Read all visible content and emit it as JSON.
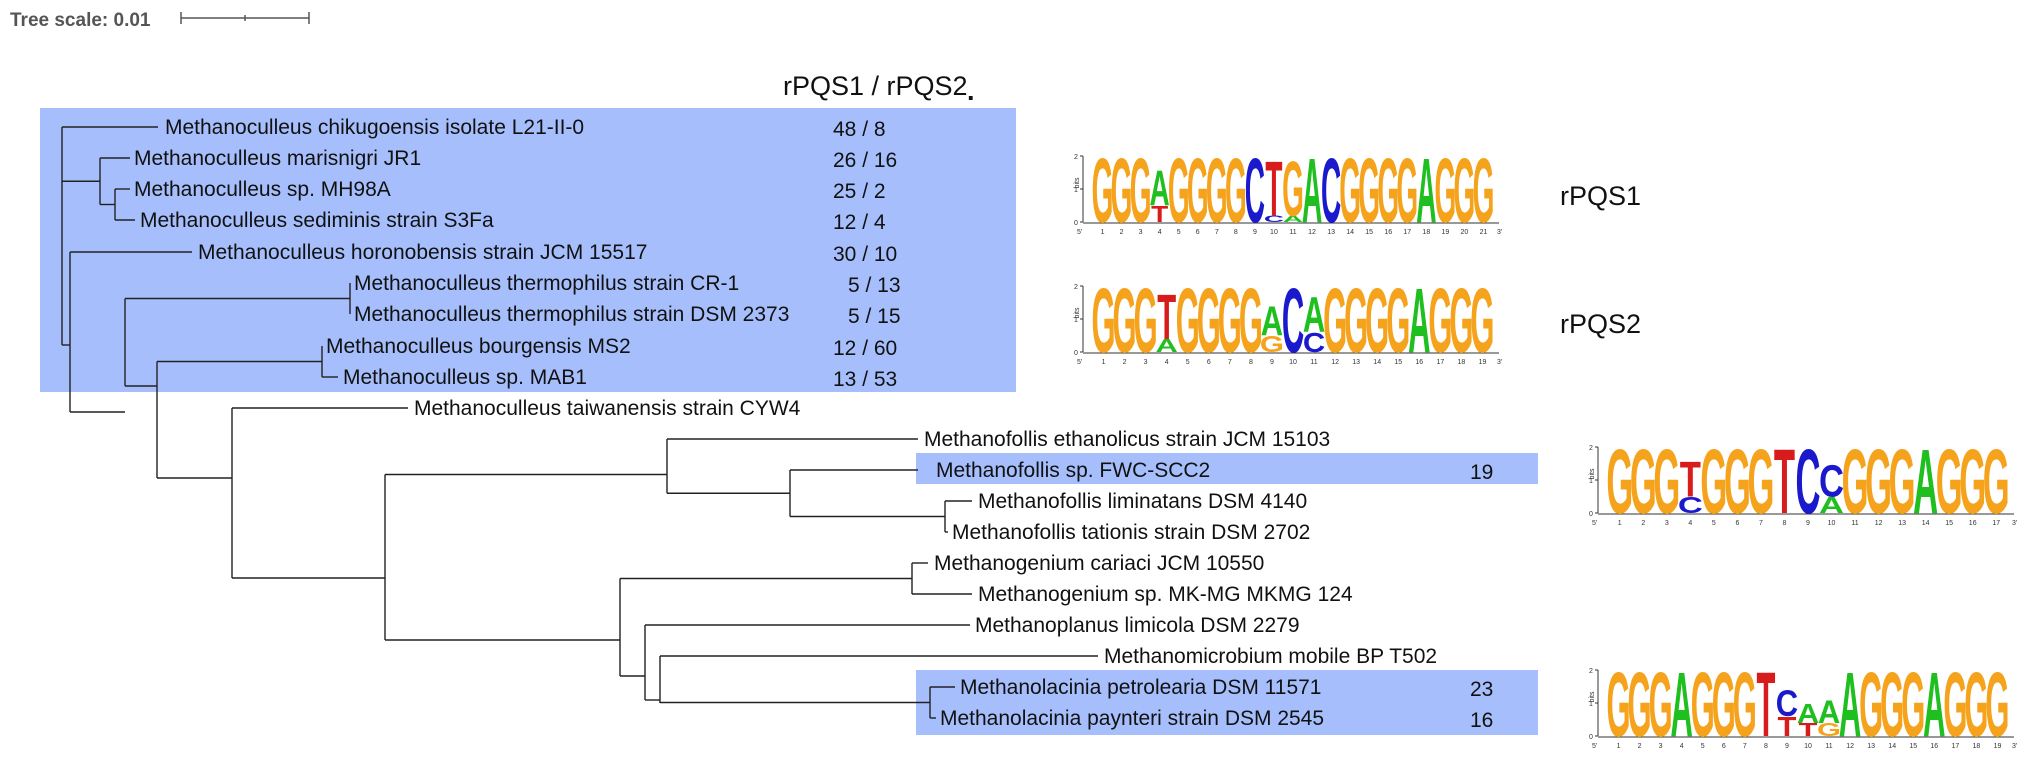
{
  "tree_scale": {
    "label": "Tree scale: 0.01"
  },
  "header": {
    "title": "rPQS1 / rPQS2",
    "dot": "."
  },
  "colors": {
    "highlight": "#a6bffc",
    "G": "#f5a31d",
    "A": "#1fbf1f",
    "C": "#1a1acc",
    "T": "#d81c1c",
    "branch": "#222222"
  },
  "leaves": [
    {
      "id": "chik",
      "label": "Methanoculleus chikugoensis isolate L21-II-0",
      "count": "48 / 8"
    },
    {
      "id": "maris",
      "label": "Methanoculleus marisnigri JR1",
      "count": "26 / 16"
    },
    {
      "id": "mh98a",
      "label": "Methanoculleus sp. MH98A",
      "count": "25 / 2"
    },
    {
      "id": "sedim",
      "label": "Methanoculleus sediminis strain S3Fa",
      "count": "12 / 4"
    },
    {
      "id": "horon",
      "label": "Methanoculleus horonobensis strain JCM 15517",
      "count": "30 / 10"
    },
    {
      "id": "thcr1",
      "label": "Methanoculleus thermophilus strain CR-1",
      "count": "5 / 13"
    },
    {
      "id": "thdsm",
      "label": "Methanoculleus thermophilus strain DSM 2373",
      "count": "5 / 15"
    },
    {
      "id": "bourg",
      "label": "Methanoculleus bourgensis MS2",
      "count": "12 / 60"
    },
    {
      "id": "mab1",
      "label": "Methanoculleus sp. MAB1",
      "count": "13 / 53"
    },
    {
      "id": "taiw",
      "label": "Methanoculleus taiwanensis strain CYW4",
      "count": ""
    },
    {
      "id": "ethan",
      "label": "Methanofollis ethanolicus strain JCM 15103",
      "count": ""
    },
    {
      "id": "fwc",
      "label": "Methanofollis sp. FWC-SCC2",
      "count": "19"
    },
    {
      "id": "limin",
      "label": "Methanofollis liminatans DSM 4140",
      "count": ""
    },
    {
      "id": "tatio",
      "label": "Methanofollis tationis strain DSM 2702",
      "count": ""
    },
    {
      "id": "cari",
      "label": "Methanogenium cariaci JCM 10550",
      "count": ""
    },
    {
      "id": "mkmg",
      "label": "Methanogenium sp. MK-MG MKMG 124",
      "count": ""
    },
    {
      "id": "plan",
      "label": "Methanoplanus limicola DSM 2279",
      "count": ""
    },
    {
      "id": "micro",
      "label": "Methanomicrobium mobile BP T502",
      "count": ""
    },
    {
      "id": "petro",
      "label": "Methanolacinia petrolearia DSM 11571",
      "count": "23"
    },
    {
      "id": "payn",
      "label": "Methanolacinia paynteri strain DSM 2545",
      "count": "16"
    }
  ],
  "logos": [
    {
      "id": "rpqs1",
      "name": "rPQS1",
      "axis": {
        "ylabel": "bits",
        "yticks": [
          "0",
          "1",
          "2"
        ],
        "start": "5'",
        "end": "3'"
      },
      "positions": [
        [
          [
            "G",
            1.0
          ]
        ],
        [
          [
            "G",
            1.0
          ]
        ],
        [
          [
            "G",
            1.0
          ]
        ],
        [
          [
            "A",
            0.55
          ],
          [
            "T",
            0.25
          ]
        ],
        [
          [
            "G",
            1.0
          ]
        ],
        [
          [
            "G",
            1.0
          ]
        ],
        [
          [
            "G",
            1.0
          ]
        ],
        [
          [
            "G",
            1.0
          ]
        ],
        [
          [
            "C",
            1.0
          ]
        ],
        [
          [
            "T",
            0.85
          ],
          [
            "C",
            0.1
          ]
        ],
        [
          [
            "G",
            0.85
          ],
          [
            "A",
            0.1
          ]
        ],
        [
          [
            "A",
            1.0
          ]
        ],
        [
          [
            "C",
            1.0
          ]
        ],
        [
          [
            "G",
            1.0
          ]
        ],
        [
          [
            "G",
            1.0
          ]
        ],
        [
          [
            "G",
            1.0
          ]
        ],
        [
          [
            "G",
            1.0
          ]
        ],
        [
          [
            "A",
            1.0
          ]
        ],
        [
          [
            "G",
            1.0
          ]
        ],
        [
          [
            "G",
            1.0
          ]
        ],
        [
          [
            "G",
            1.0
          ]
        ]
      ]
    },
    {
      "id": "rpqs2",
      "name": "rPQS2",
      "axis": {
        "ylabel": "bits",
        "yticks": [
          "0",
          "1",
          "2"
        ],
        "start": "5'",
        "end": "3'"
      },
      "positions": [
        [
          [
            "G",
            1.0
          ]
        ],
        [
          [
            "G",
            1.0
          ]
        ],
        [
          [
            "G",
            1.0
          ]
        ],
        [
          [
            "T",
            0.7
          ],
          [
            "A",
            0.2
          ]
        ],
        [
          [
            "G",
            1.0
          ]
        ],
        [
          [
            "G",
            1.0
          ]
        ],
        [
          [
            "G",
            1.0
          ]
        ],
        [
          [
            "G",
            1.0
          ]
        ],
        [
          [
            "A",
            0.45
          ],
          [
            "G",
            0.25
          ]
        ],
        [
          [
            "C",
            1.0
          ]
        ],
        [
          [
            "A",
            0.55
          ],
          [
            "C",
            0.3
          ]
        ],
        [
          [
            "G",
            1.0
          ]
        ],
        [
          [
            "G",
            1.0
          ]
        ],
        [
          [
            "G",
            1.0
          ]
        ],
        [
          [
            "G",
            1.0
          ]
        ],
        [
          [
            "A",
            1.0
          ]
        ],
        [
          [
            "G",
            1.0
          ]
        ],
        [
          [
            "G",
            1.0
          ]
        ],
        [
          [
            "G",
            1.0
          ]
        ]
      ]
    },
    {
      "id": "fwc",
      "name": "",
      "axis": {
        "ylabel": "bits",
        "yticks": [
          "0",
          "1",
          "2"
        ],
        "start": "5'",
        "end": "3'"
      },
      "positions": [
        [
          [
            "G",
            1.0
          ]
        ],
        [
          [
            "G",
            1.0
          ]
        ],
        [
          [
            "G",
            1.0
          ]
        ],
        [
          [
            "T",
            0.55
          ],
          [
            "C",
            0.25
          ]
        ],
        [
          [
            "G",
            1.0
          ]
        ],
        [
          [
            "G",
            1.0
          ]
        ],
        [
          [
            "G",
            1.0
          ]
        ],
        [
          [
            "T",
            1.0
          ]
        ],
        [
          [
            "C",
            1.0
          ]
        ],
        [
          [
            "C",
            0.5
          ],
          [
            "A",
            0.25
          ]
        ],
        [
          [
            "G",
            1.0
          ]
        ],
        [
          [
            "G",
            1.0
          ]
        ],
        [
          [
            "G",
            1.0
          ]
        ],
        [
          [
            "A",
            1.0
          ]
        ],
        [
          [
            "G",
            1.0
          ]
        ],
        [
          [
            "G",
            1.0
          ]
        ],
        [
          [
            "G",
            1.0
          ]
        ]
      ]
    },
    {
      "id": "lacinia",
      "name": "",
      "axis": {
        "ylabel": "bits",
        "yticks": [
          "0",
          "1",
          "2"
        ],
        "start": "5'",
        "end": "3'"
      },
      "positions": [
        [
          [
            "G",
            1.0
          ]
        ],
        [
          [
            "G",
            1.0
          ]
        ],
        [
          [
            "G",
            1.0
          ]
        ],
        [
          [
            "A",
            1.0
          ]
        ],
        [
          [
            "G",
            1.0
          ]
        ],
        [
          [
            "G",
            1.0
          ]
        ],
        [
          [
            "G",
            1.0
          ]
        ],
        [
          [
            "T",
            1.0
          ]
        ],
        [
          [
            "C",
            0.4
          ],
          [
            "T",
            0.3
          ]
        ],
        [
          [
            "A",
            0.3
          ],
          [
            "T",
            0.2
          ]
        ],
        [
          [
            "A",
            0.35
          ],
          [
            "G",
            0.2
          ]
        ],
        [
          [
            "A",
            1.0
          ]
        ],
        [
          [
            "G",
            1.0
          ]
        ],
        [
          [
            "G",
            1.0
          ]
        ],
        [
          [
            "G",
            1.0
          ]
        ],
        [
          [
            "A",
            1.0
          ]
        ],
        [
          [
            "G",
            1.0
          ]
        ],
        [
          [
            "G",
            1.0
          ]
        ],
        [
          [
            "G",
            1.0
          ]
        ]
      ]
    }
  ]
}
